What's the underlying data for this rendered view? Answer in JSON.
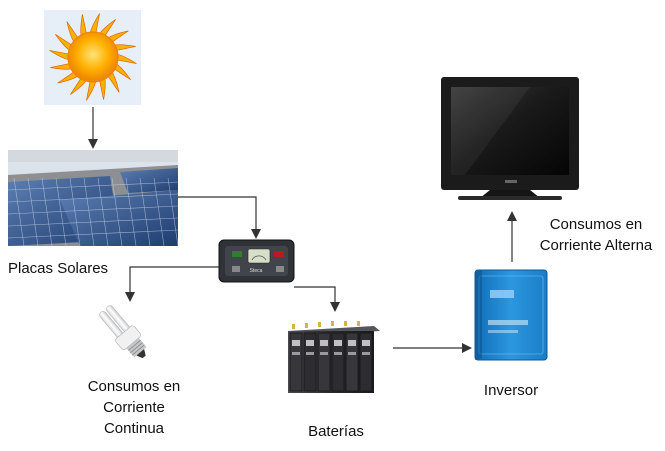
{
  "labels": {
    "panels": "Placas Solares",
    "dc_loads": [
      "Consumos en",
      "Corriente",
      "Continua"
    ],
    "batteries": "Baterías",
    "inverter": "Inversor",
    "ac_loads": [
      "Consumos en",
      "Corriente Alterna"
    ]
  },
  "colors": {
    "arrow": "#333333",
    "sun_core": "#f5a20a",
    "sun_rays": "#f7b500",
    "sky_box": "#e8f0f8",
    "panel_blue": "#2b4f86",
    "inverter_blue": "#1e84d0",
    "battery_dark": "#2e2e32",
    "tv_frame": "#1b1b1b"
  }
}
